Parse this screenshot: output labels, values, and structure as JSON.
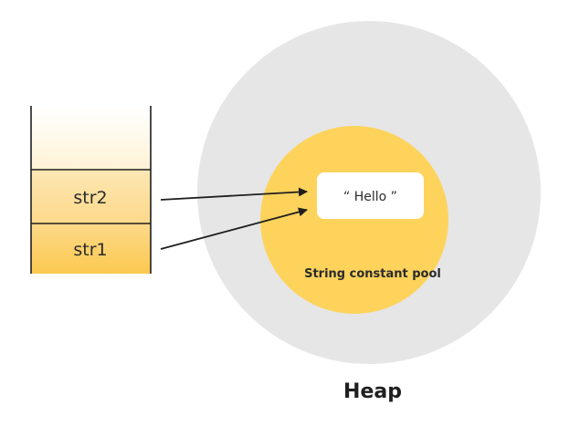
{
  "stack": {
    "cells": [
      {
        "label": "str2"
      },
      {
        "label": "str1"
      }
    ]
  },
  "heap": {
    "label": "Heap",
    "pool": {
      "label": "String constant pool",
      "literal": "“ Hello ”"
    }
  },
  "colors": {
    "heap_fill": "#e6e6e7",
    "pool_fill": "#fdd35c",
    "cell_top_fill": "#fde2a3",
    "cell_bottom_fill": "#fcd06a",
    "literal_box_fill": "#ffffff",
    "outline": "#1f1f1f"
  }
}
